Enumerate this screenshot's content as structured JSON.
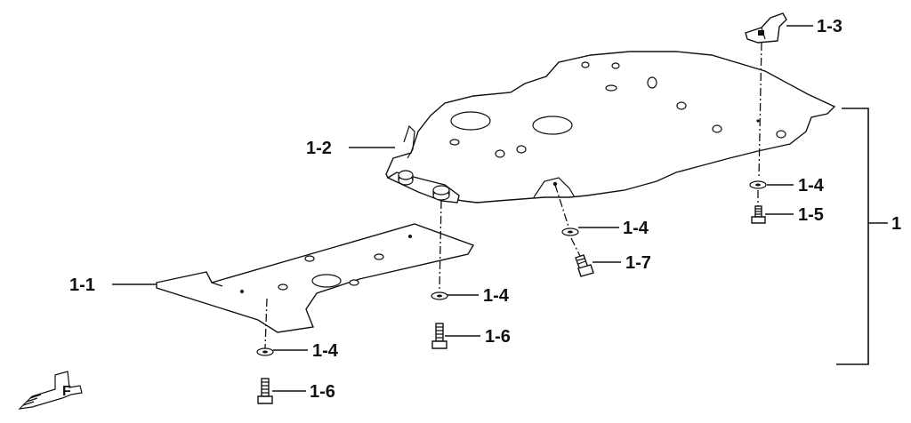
{
  "diagram": {
    "callouts": {
      "assembly": "1",
      "skid_plate_rear": "1-1",
      "skid_plate_front": "1-2",
      "clip": "1-3",
      "washer_a": "1-4",
      "washer_b": "1-4",
      "washer_c": "1-4",
      "washer_d": "1-4",
      "bolt_short": "1-5",
      "bolt_long_a": "1-6",
      "bolt_long_b": "1-6",
      "bolt_angled": "1-7"
    },
    "front_marker": "F"
  }
}
